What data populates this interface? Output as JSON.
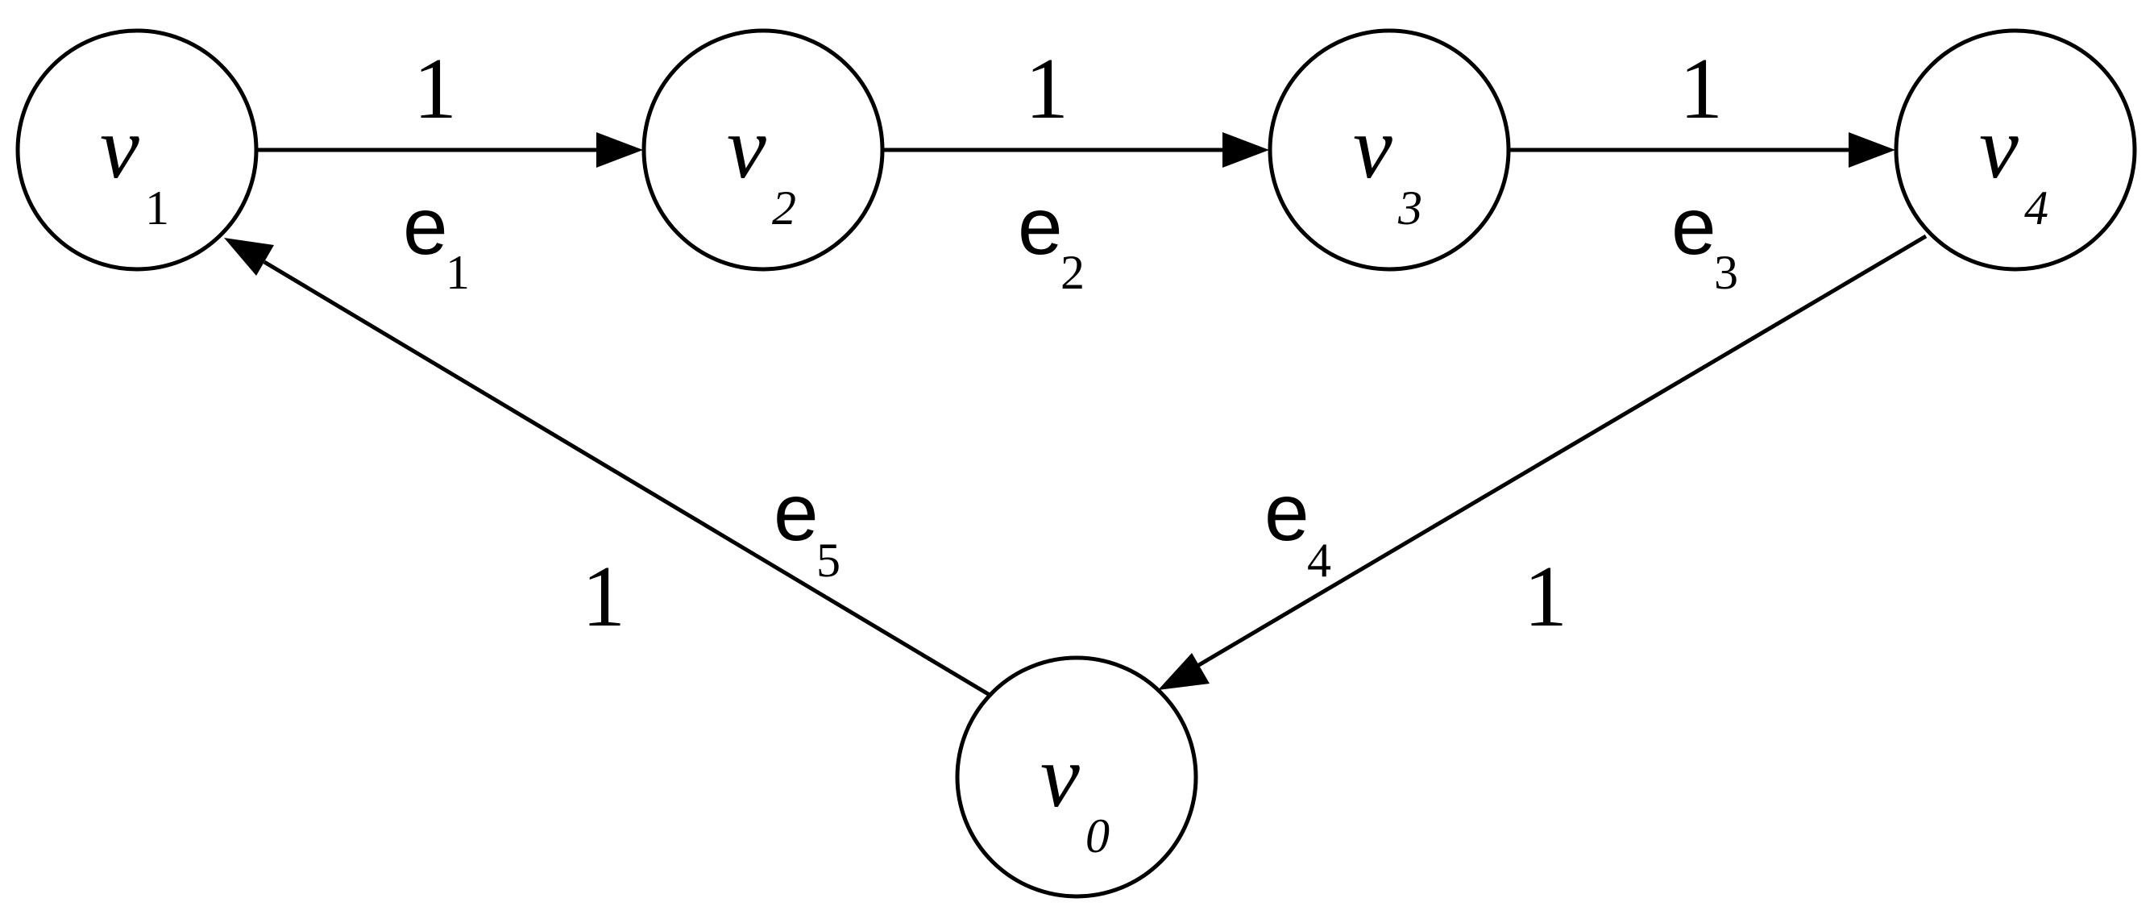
{
  "nodes": [
    {
      "id": "v1",
      "letter": "v",
      "subscript": "1",
      "italic_sub": false
    },
    {
      "id": "v2",
      "letter": "v",
      "subscript": "2",
      "italic_sub": true
    },
    {
      "id": "v3",
      "letter": "v",
      "subscript": "3",
      "italic_sub": true
    },
    {
      "id": "v4",
      "letter": "v",
      "subscript": "4",
      "italic_sub": true
    },
    {
      "id": "v0",
      "letter": "v",
      "subscript": "0",
      "italic_sub": true
    }
  ],
  "edges": [
    {
      "id": "e1",
      "from": "v1",
      "to": "v2",
      "letter": "e",
      "subscript": "1",
      "weight": "1"
    },
    {
      "id": "e2",
      "from": "v2",
      "to": "v3",
      "letter": "e",
      "subscript": "2",
      "weight": "1"
    },
    {
      "id": "e3",
      "from": "v3",
      "to": "v4",
      "letter": "e",
      "subscript": "3",
      "weight": "1"
    },
    {
      "id": "e4",
      "from": "v4",
      "to": "v0",
      "letter": "e",
      "subscript": "4",
      "weight": "1"
    },
    {
      "id": "e5",
      "from": "v0",
      "to": "v1",
      "letter": "e",
      "subscript": "5",
      "weight": "1"
    }
  ],
  "colors": {
    "stroke": "#000000",
    "background": "#ffffff"
  }
}
